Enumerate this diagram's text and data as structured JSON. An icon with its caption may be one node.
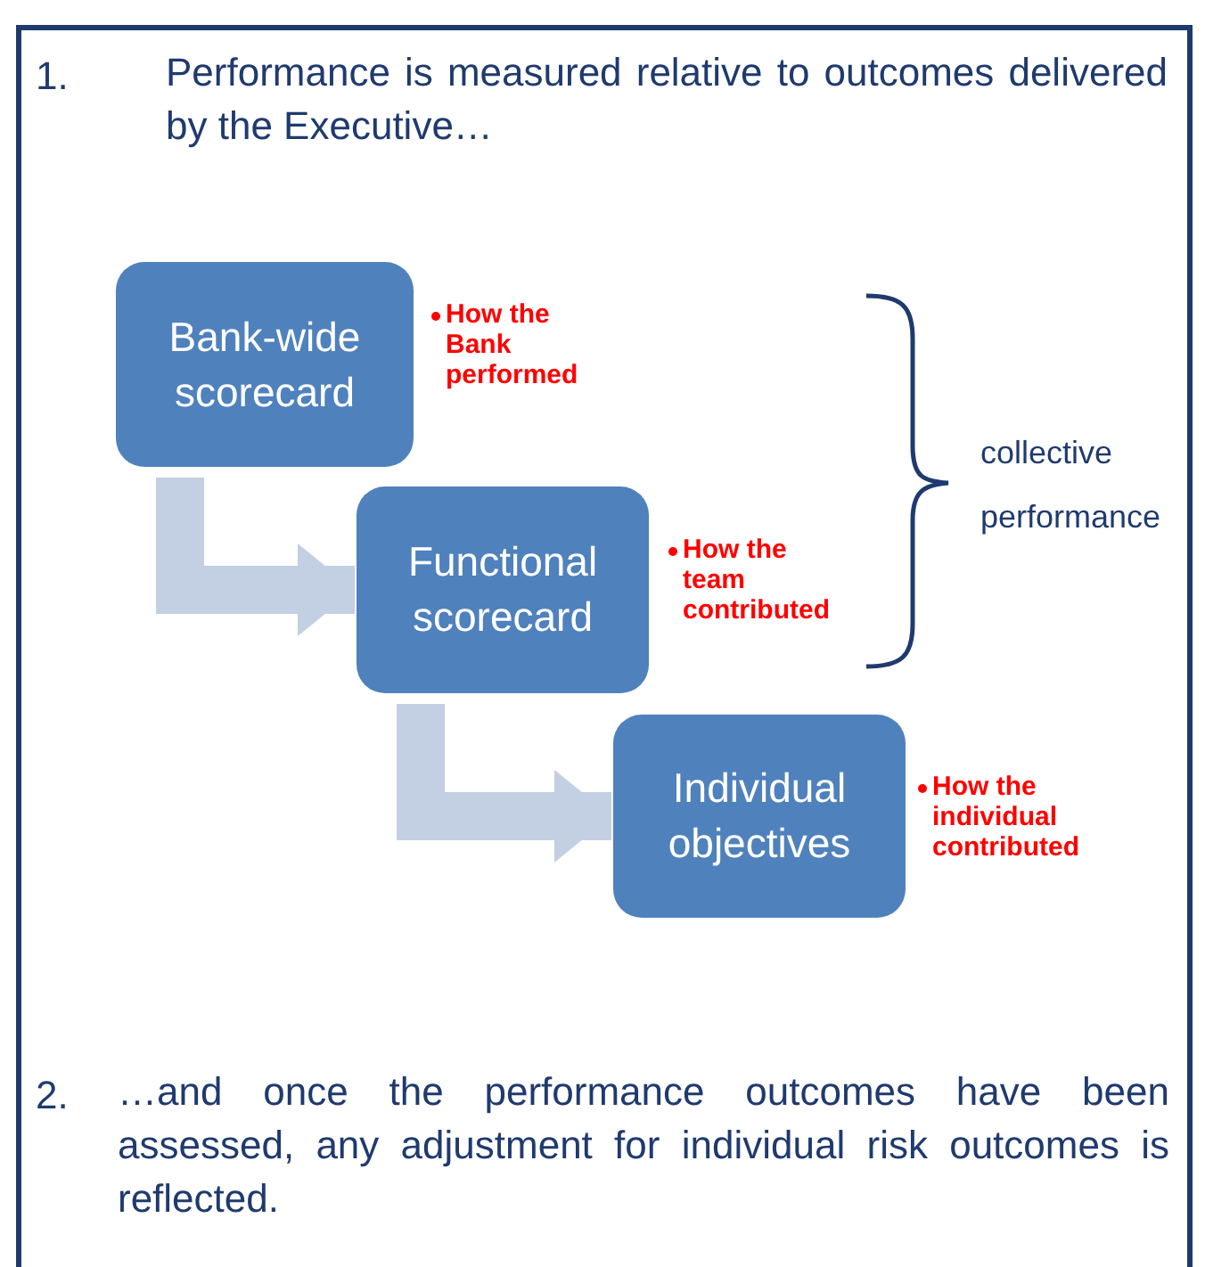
{
  "diagram": {
    "nodes": [
      {
        "text": [
          "Bank-wide scorecard"
        ],
        "beside": [
          "How the Bank performed"
        ]
      },
      {
        "text": [
          "Functional scorecard"
        ],
        "beside": [
          "How the team contributed"
        ]
      },
      {
        "text": [
          "Individual objectives"
        ],
        "beside": [
          "How the individual contributed"
        ]
      }
    ],
    "edges": [
      {
        "from": 0,
        "to": 1,
        "arrow": "to"
      },
      {
        "from": 1,
        "to": 2,
        "arrow": "to"
      }
    ],
    "labels": [
      "1.",
      "Performance is measured relative to outcomes delivered by the Executive…",
      "collective performance",
      "2.",
      "…and once the performance outcomes have been assessed, any adjustment for individual risk outcomes is reflected."
    ]
  }
}
